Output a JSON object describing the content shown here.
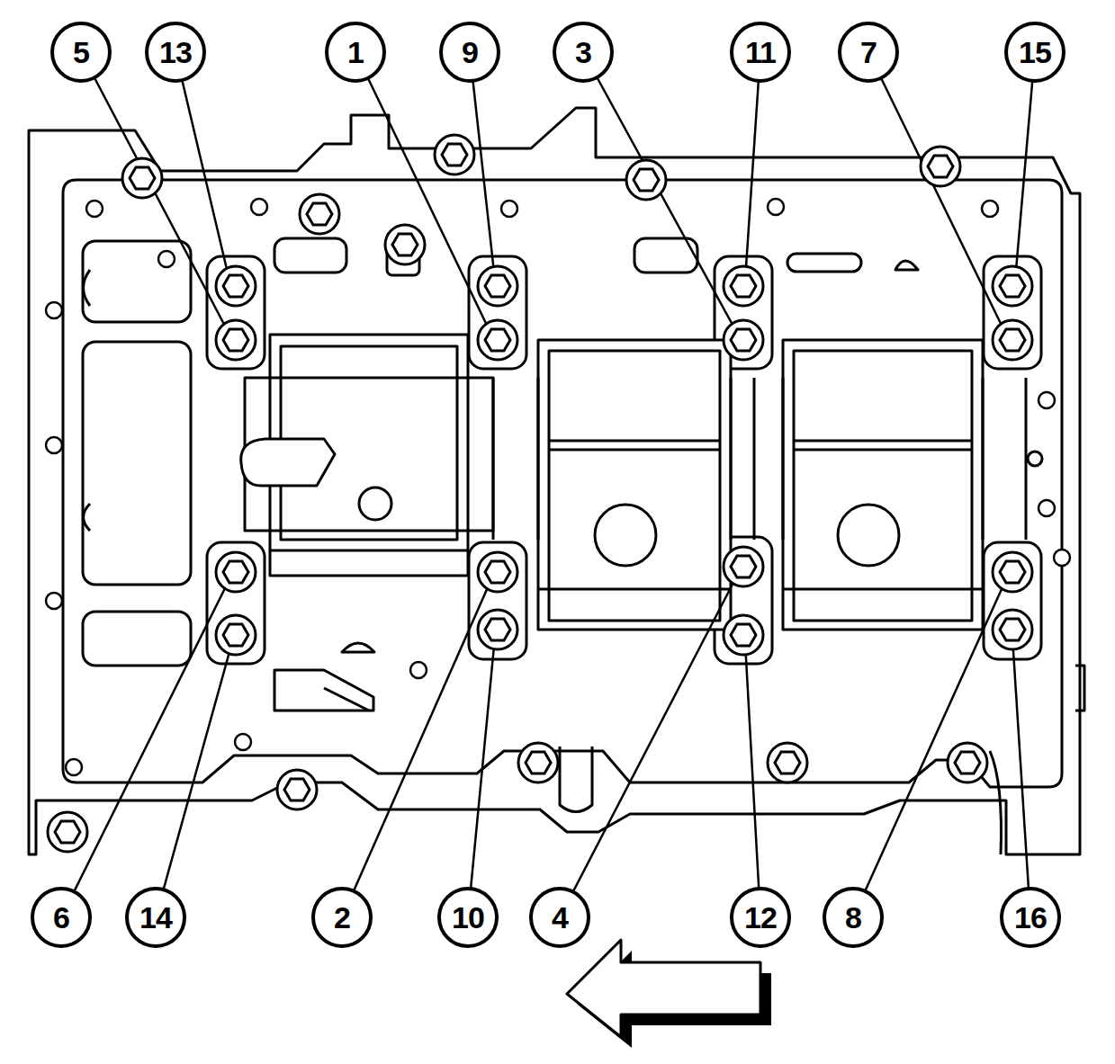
{
  "diagram": {
    "nodes": [
      {
        "text": [
          "5"
        ]
      },
      {
        "text": [
          "13"
        ]
      },
      {
        "text": [
          "1"
        ]
      },
      {
        "text": [
          "9"
        ]
      },
      {
        "text": [
          "3"
        ]
      },
      {
        "text": [
          "11"
        ]
      },
      {
        "text": [
          "7"
        ]
      },
      {
        "text": [
          "15"
        ]
      },
      {
        "text": [
          "6"
        ]
      },
      {
        "text": [
          "14"
        ]
      },
      {
        "text": [
          "2"
        ]
      },
      {
        "text": [
          "10"
        ]
      },
      {
        "text": [
          "4"
        ]
      },
      {
        "text": [
          "12"
        ]
      },
      {
        "text": [
          "8"
        ]
      },
      {
        "text": [
          "16"
        ]
      }
    ]
  }
}
